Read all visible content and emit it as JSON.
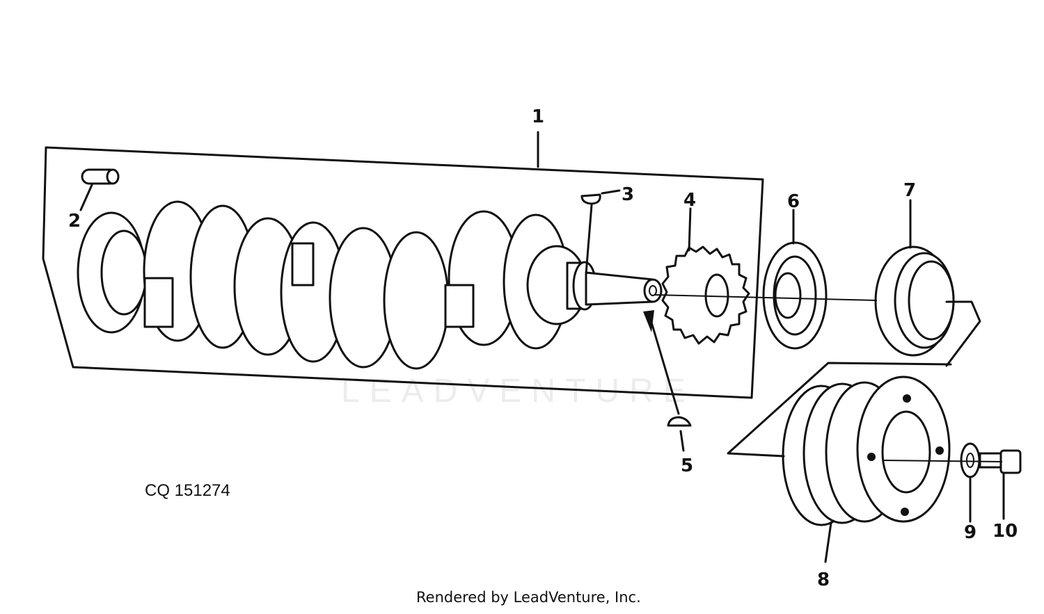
{
  "diagram": {
    "callouts": {
      "c1": "1",
      "c2": "2",
      "c3": "3",
      "c4": "4",
      "c5": "5",
      "c6": "6",
      "c7": "7",
      "c8": "8",
      "c9": "9",
      "c10": "10"
    },
    "drawing_code": "CQ 151274",
    "watermark": "LEADVENTURE",
    "footer": "Rendered by LeadVenture, Inc."
  }
}
